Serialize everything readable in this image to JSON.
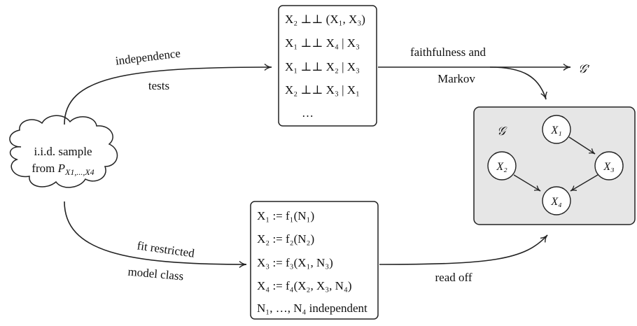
{
  "source": {
    "lines": [
      "i.i.d. sample",
      "from P_{X1,...,X4}"
    ],
    "line1": "i.i.d. sample",
    "line2_prefix": "from ",
    "P": "P",
    "subscript": "X1,...,X4"
  },
  "arrows": {
    "top_label_1": "independence",
    "top_label_2": "tests",
    "bottom_label_1": "fit restricted",
    "bottom_label_2": "model class",
    "faithfulness_label_1": "faithfulness and",
    "faithfulness_label_2": "Markov",
    "read_off_label": "read off",
    "g_prime": "𝒢′"
  },
  "independence_box": {
    "lines": [
      "X₂ ⊥⊥ (X₁, X₃)",
      "X₁ ⊥⊥ X₄ | X₃",
      "X₁ ⊥⊥ X₂ | X₃",
      "X₂ ⊥⊥ X₃ | X₁",
      "…"
    ]
  },
  "model_box": {
    "lines": [
      "X₁ := f₁(N₁)",
      "X₂ := f₂(N₂)",
      "X₃ := f₃(X₁, N₃)",
      "X₄ := f₄(X₂, X₃, N₄)",
      "N₁, …, N₄ independent"
    ]
  },
  "graph": {
    "label": "𝒢",
    "nodes": [
      "X₁",
      "X₂",
      "X₃",
      "X₄"
    ],
    "edges": [
      [
        "X₁",
        "X₃"
      ],
      [
        "X₂",
        "X₄"
      ],
      [
        "X₃",
        "X₄"
      ]
    ],
    "fill_color": "#e6e6e6"
  }
}
